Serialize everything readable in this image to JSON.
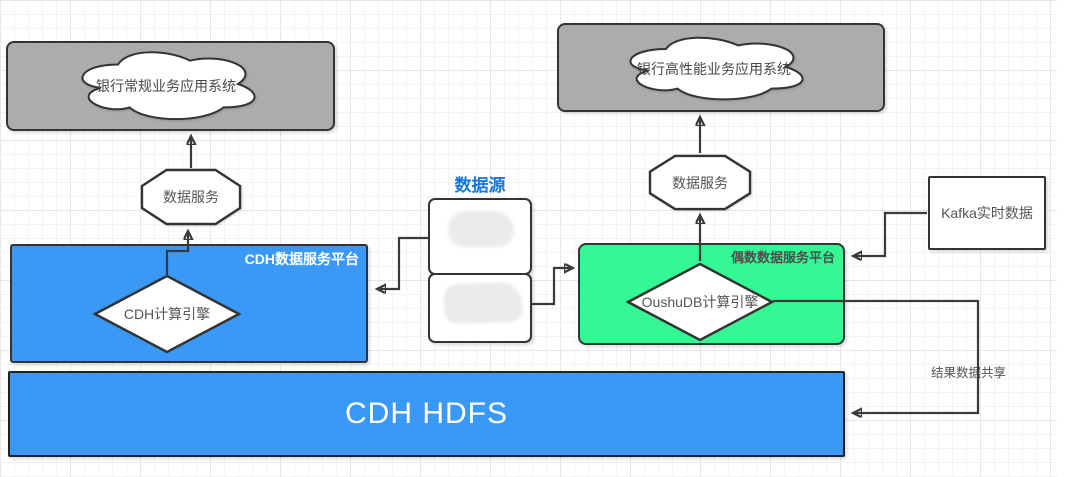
{
  "diagram": {
    "data_source_label": "数据源",
    "cloud_left": "银行常规业务应用系统",
    "cloud_right": "银行高性能业务应用系统",
    "octagon_left": "数据服务",
    "octagon_right": "数据服务",
    "cdh_platform_title": "CDH数据服务平台",
    "cdh_engine_label": "CDH计算引擎",
    "oushu_platform_title": "偶数数据服务平台",
    "oushu_engine_label": "OushuDB计算引擎",
    "kafka_label": "Kafka实时数据",
    "hdfs_label": "CDH HDFS",
    "result_share_label": "结果数据共享"
  },
  "colors": {
    "platform_blue": "#3a99f7",
    "platform_green": "#33f893",
    "node_gray": "#acacac",
    "accent_blue": "#1777d6",
    "stroke_dark": "#3a3a3a"
  }
}
